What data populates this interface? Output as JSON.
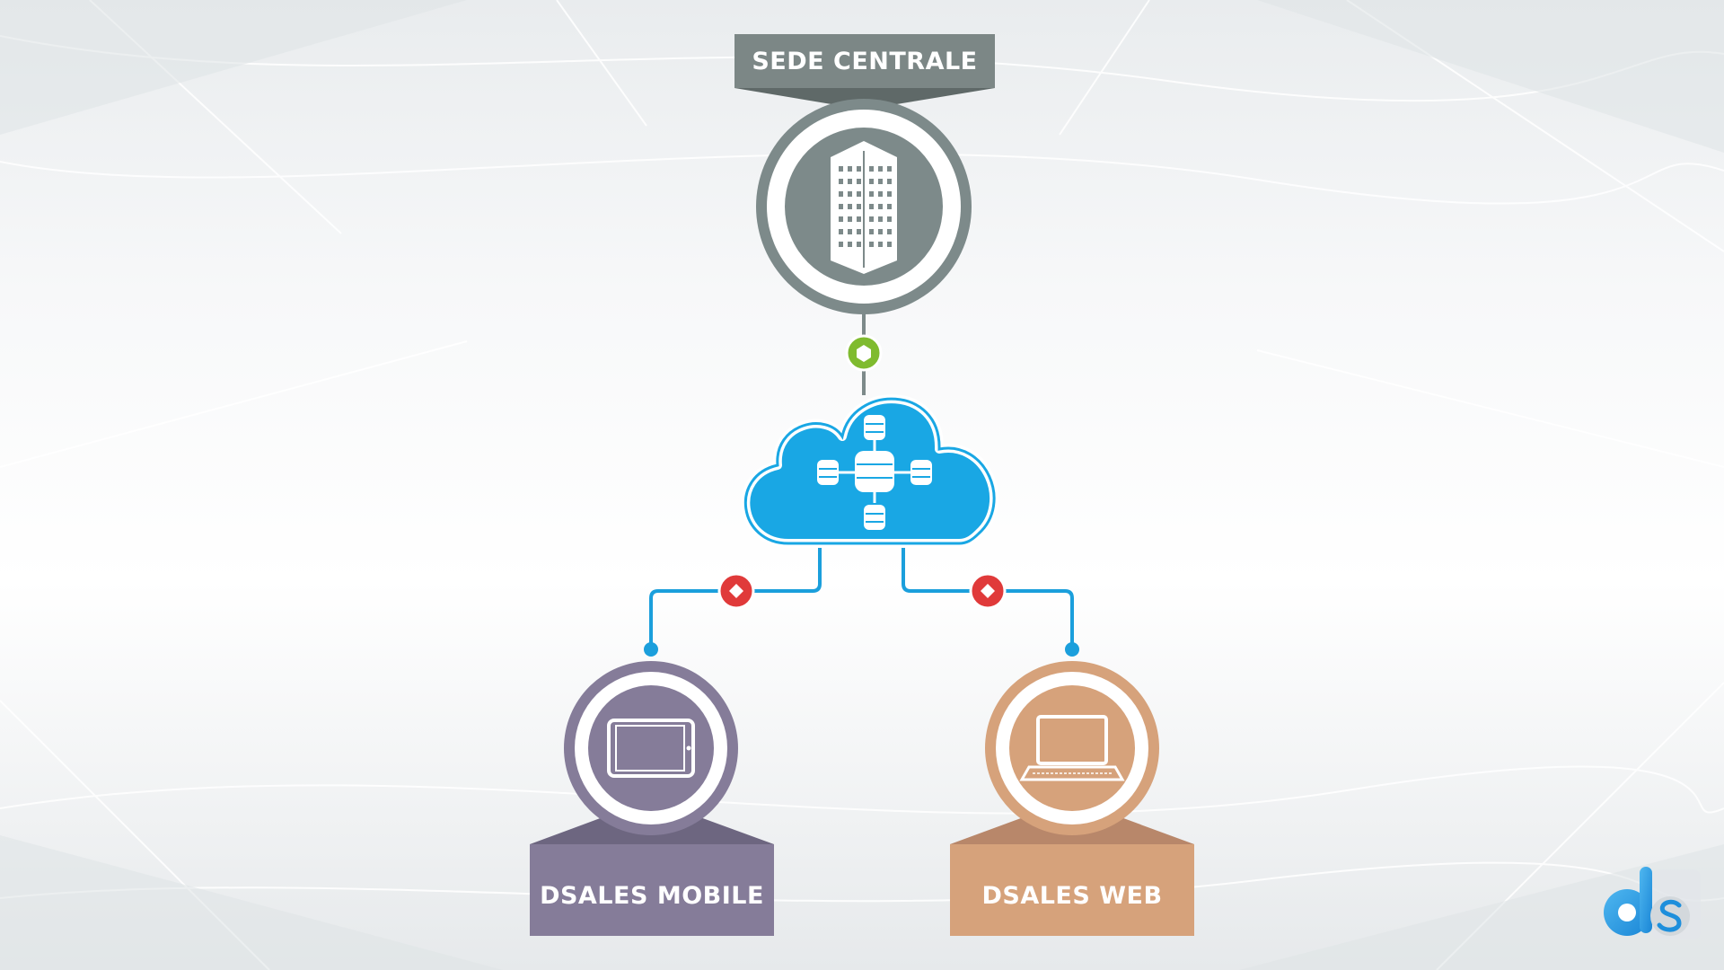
{
  "nodes": {
    "headquarters": {
      "label": "SEDE CENTRALE"
    },
    "mobile": {
      "label": "DSALES MOBILE"
    },
    "web": {
      "label": "DSALES WEB"
    }
  },
  "colors": {
    "headquarters": "#7d8a8a",
    "headquarters_header": "#7c8786",
    "cloud": "#19a7e4",
    "connector": "#1b9fdc",
    "link_top": "#7fbb2f",
    "link_bottom": "#e03a3a",
    "mobile": "#857c99",
    "mobile_roof": "#6d6680",
    "web": "#d6a27b",
    "web_roof": "#b8876a"
  },
  "icons": {
    "headquarters": "office-building-icon",
    "cloud": "cloud-database-network-icon",
    "mobile": "tablet-icon",
    "web": "laptop-icon",
    "brand": "ds-logo-icon"
  }
}
